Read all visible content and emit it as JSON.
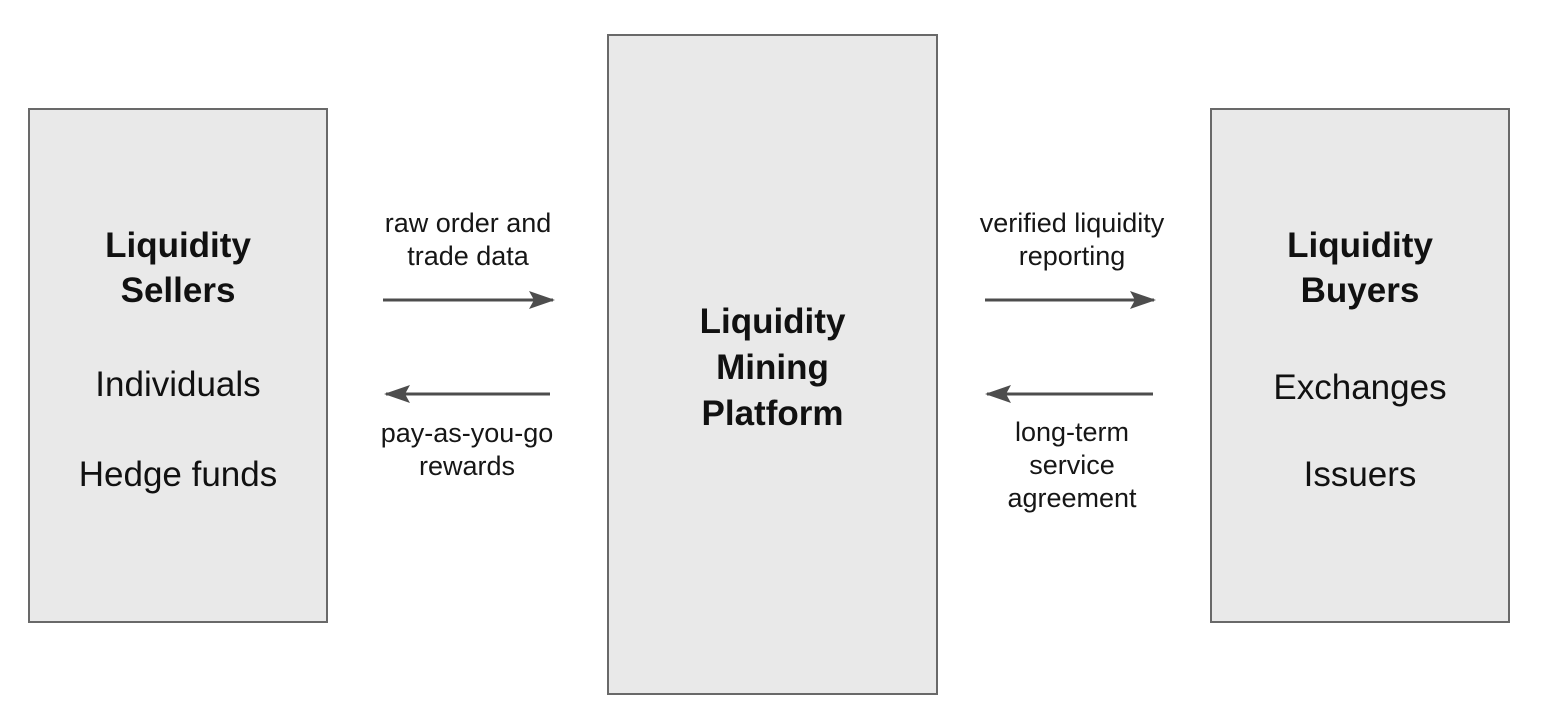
{
  "colors": {
    "background": "#ffffff",
    "box_fill": "#e9e9e9",
    "box_border": "#696969",
    "text": "#111111",
    "arrow": "#4d4d4d"
  },
  "nodes": {
    "sellers": {
      "title": "Liquidity\nSellers",
      "items": [
        "Individuals",
        "Hedge funds"
      ]
    },
    "platform": {
      "title": "Liquidity\nMining\nPlatform"
    },
    "buyers": {
      "title": "Liquidity\nBuyers",
      "items": [
        "Exchanges",
        "Issuers"
      ]
    }
  },
  "flows": [
    {
      "id": "sellers-to-platform",
      "label": "raw order and\ntrade data",
      "direction": "right"
    },
    {
      "id": "platform-to-sellers",
      "label": "pay-as-you-go\nrewards",
      "direction": "left"
    },
    {
      "id": "platform-to-buyers",
      "label": "verified liquidity\nreporting",
      "direction": "right"
    },
    {
      "id": "buyers-to-platform",
      "label": "long-term\nservice\nagreement",
      "direction": "left"
    }
  ]
}
